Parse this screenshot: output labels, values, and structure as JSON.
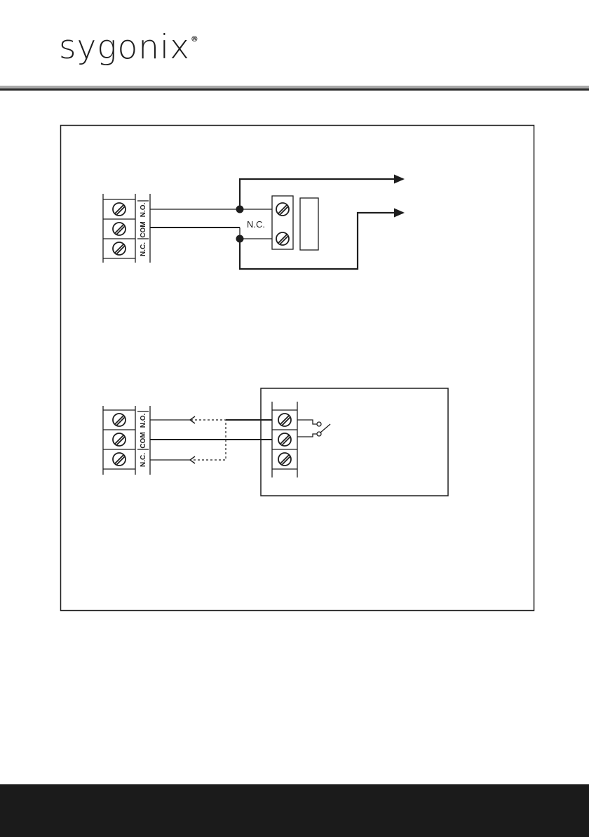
{
  "brand": {
    "logo_text": "sygonix",
    "registered_mark": "®"
  },
  "terminal_block": {
    "labels": [
      "N.O.",
      "COM",
      "N.C."
    ]
  },
  "diagram_top": {
    "contact_label": "N.C."
  },
  "colors": {
    "ink": "#1e1e1e",
    "footer": "#1b1b1b",
    "rule_gray": "#9a9a9a"
  }
}
